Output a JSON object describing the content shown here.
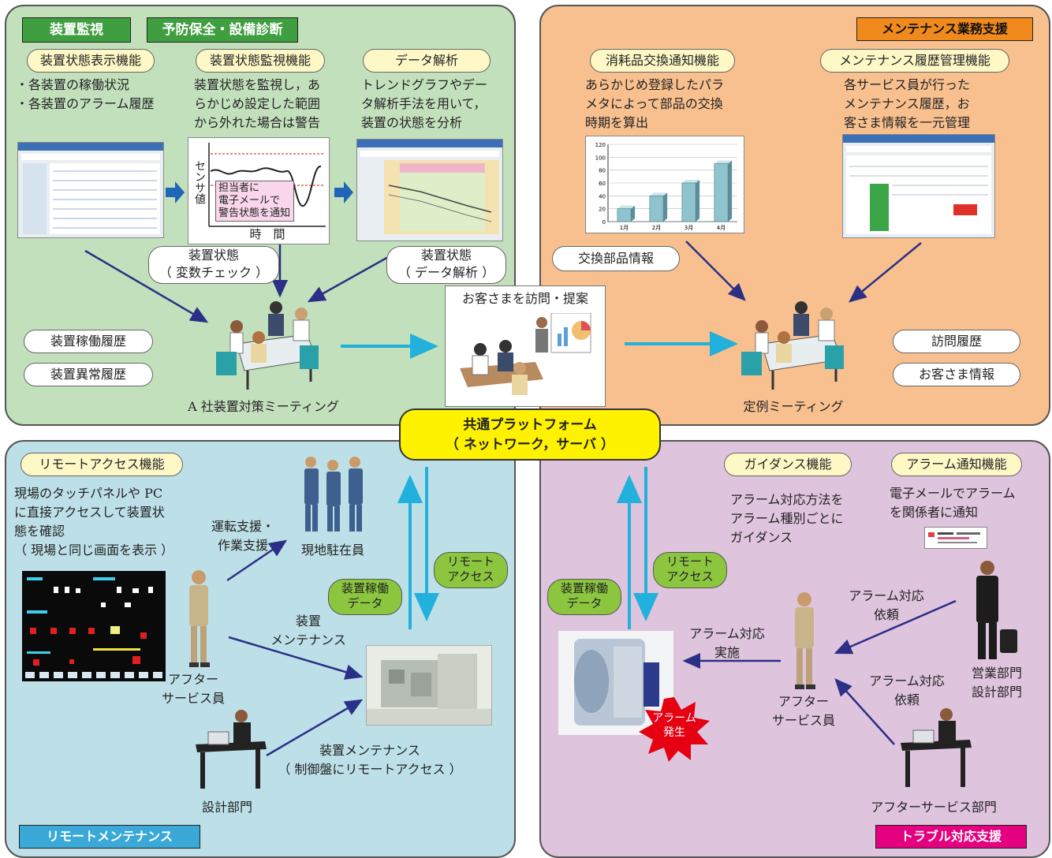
{
  "monitoring": {
    "tag1": "装置監視",
    "tag2": "予防保全・設備診断",
    "f1_title": "装置状態表示機能",
    "f1_text": "・各装置の稼働状況\n・各装置のアラーム履歴",
    "f2_title": "装置状態監視機能",
    "f2_text": "装置状態を監視し，あ\nらかじめ設定した範囲\nから外れた場合は警告",
    "f3_title": "データ解析",
    "f3_text": "トレンドグラフやデー\nタ解析手法を用いて，\n装置の状態を分析",
    "graph_ylabel": "センサ値",
    "graph_xlabel": "時　間",
    "graph_note": "担当者に\n電子メールで\n警告状態を通知",
    "state_var": "装置状態\n（ 変数チェック ）",
    "state_analysis": "装置状態\n（ データ解析 ）",
    "history1": "装置稼働履歴",
    "history2": "装置異常履歴",
    "meeting": "A 社装置対策ミーティング"
  },
  "visit": {
    "title": "お客さまを訪問・提案"
  },
  "maintenance": {
    "tag": "メンテナンス業務支援",
    "f1_title": "消耗品交換通知機能",
    "f1_text": "あらかじめ登録したパラ\nメタによって部品の交換\n時期を算出",
    "f2_title": "メンテナンス履歴管理機能",
    "f2_text": "各サービス員が行った\nメンテナンス履歴，お\n客さま情報を一元管理",
    "parts": "交換部品情報",
    "visit_history": "訪問履歴",
    "customer_info": "お客さま情報",
    "meeting": "定例ミーティング"
  },
  "chart_data": {
    "type": "bar",
    "categories": [
      "1月",
      "2月",
      "3月",
      "4月"
    ],
    "values": [
      20,
      40,
      60,
      90
    ],
    "yticks": [
      "0",
      "20",
      "40",
      "60",
      "80",
      "100",
      "120"
    ],
    "ylim": [
      0,
      120
    ]
  },
  "platform": {
    "line1": "共通プラットフォーム",
    "line2": "（ ネットワーク，サーバ ）"
  },
  "remote": {
    "tag": "リモートメンテナンス",
    "f_title": "リモートアクセス機能",
    "f_text": "現場のタッチパネルや PC\nに直接アクセスして装置状\n態を確認\n（ 現場と同じ画面を表示 ）",
    "support": "運転支援・\n作業支援",
    "onsite": "現地駐在員",
    "maint": "装置\nメンテナンス",
    "service": "アフター\nサービス員",
    "design_maint": "装置メンテナンス\n（ 制御盤にリモートアクセス ）",
    "design": "設計部門",
    "op_data": "装置稼働\nデータ",
    "remote_access": "リモート\nアクセス"
  },
  "trouble": {
    "tag": "トラブル対応支援",
    "f1_title": "ガイダンス機能",
    "f1_text": "アラーム対応方法を\nアラーム種別ごとに\nガイダンス",
    "f2_title": "アラーム通知機能",
    "f2_text": "電子メールでアラーム\nを関係者に通知",
    "op_data": "装置稼働\nデータ",
    "remote_access": "リモート\nアクセス",
    "alarm_action": "アラーム対応\n実施",
    "alarm_req1": "アラーム対応\n依頼",
    "alarm_req2": "アラーム対応\n依頼",
    "sales": "営業部門\n設計部門",
    "service": "アフター\nサービス員",
    "service_dept": "アフターサービス部門",
    "alarm": "アラーム\n発生"
  },
  "colors": {
    "green_bg": "#c3e0bd",
    "orange_bg": "#f8c08f",
    "blue_bg": "#bde0e8",
    "pink_bg": "#dfc4dd",
    "arrow_navy": "#2b2f86",
    "arrow_cyan": "#22b0dc",
    "platform": "#fff200"
  }
}
